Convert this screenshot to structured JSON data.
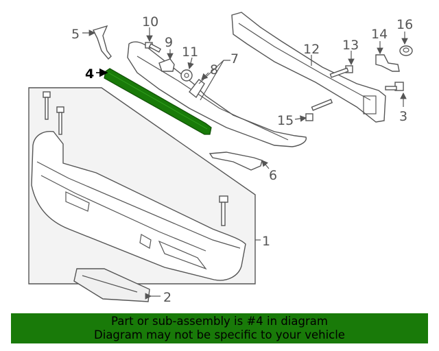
{
  "diagram": {
    "highlighted_part": "4",
    "highlight_color": "#197a09",
    "callouts": {
      "c1": "1",
      "c2": "2",
      "c3": "3",
      "c4": "4",
      "c5": "5",
      "c6": "6",
      "c7": "7",
      "c8": "8",
      "c9": "9",
      "c10": "10",
      "c11": "11",
      "c12": "12",
      "c13": "13",
      "c14": "14",
      "c15": "15",
      "c16": "16"
    }
  },
  "banner": {
    "line1": "Part or sub-assembly is #4 in diagram",
    "line2": "Diagram may not be specific to your vehicle",
    "background": "#197a09"
  }
}
